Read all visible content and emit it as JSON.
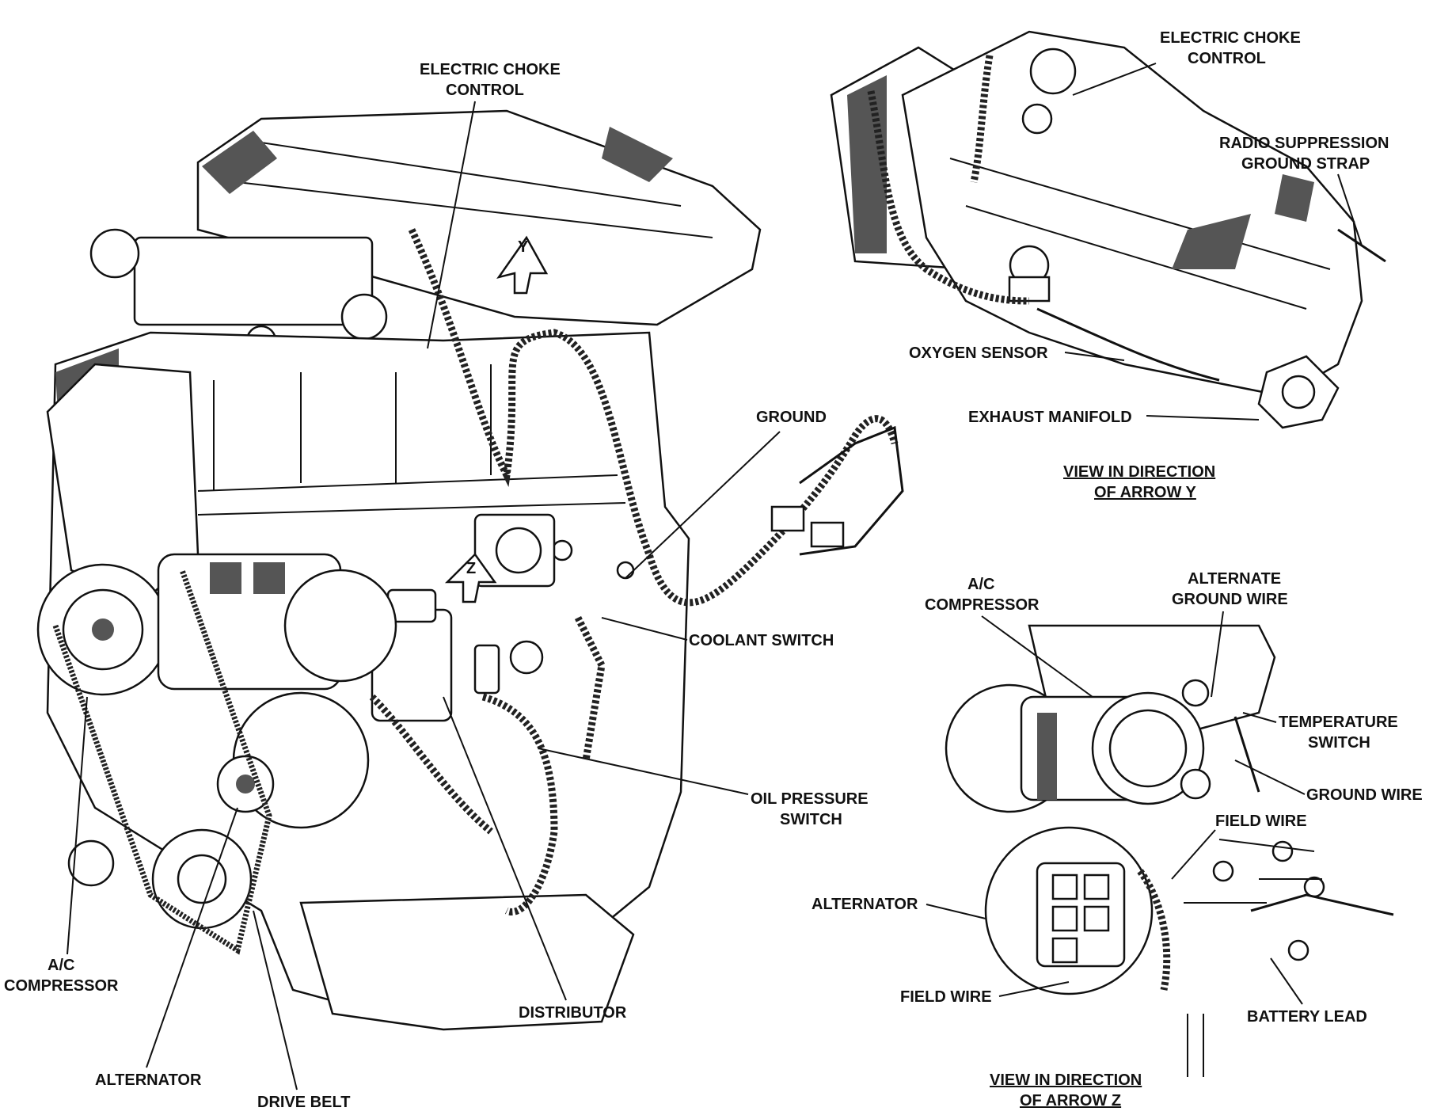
{
  "main": {
    "labels": {
      "electric_choke_control": [
        "ELECTRIC CHOKE",
        "CONTROL"
      ],
      "ground": "GROUND",
      "coolant_switch": "COOLANT SWITCH",
      "oil_pressure_switch": [
        "OIL PRESSURE",
        "SWITCH"
      ],
      "distributor": "DISTRIBUTOR",
      "ac_compressor": [
        "A/C",
        "COMPRESSOR"
      ],
      "alternator": "ALTERNATOR",
      "drive_belt": "DRIVE BELT",
      "arrow_y": "Y",
      "arrow_z": "Z"
    }
  },
  "view_y": {
    "caption": [
      "VIEW IN DIRECTION",
      "OF ARROW Y"
    ],
    "labels": {
      "electric_choke_control": [
        "ELECTRIC CHOKE",
        "CONTROL"
      ],
      "radio_suppression_ground_strap": [
        "RADIO SUPPRESSION",
        "GROUND STRAP"
      ],
      "oxygen_sensor": "OXYGEN SENSOR",
      "exhaust_manifold": "EXHAUST MANIFOLD"
    }
  },
  "view_z": {
    "caption": [
      "VIEW IN DIRECTION",
      "OF ARROW Z"
    ],
    "labels": {
      "ac_compressor": [
        "A/C",
        "COMPRESSOR"
      ],
      "alternate_ground_wire": [
        "ALTERNATE",
        "GROUND WIRE"
      ],
      "temperature_switch": [
        "TEMPERATURE",
        "SWITCH"
      ],
      "ground_wire": "GROUND WIRE",
      "field_wire_top": "FIELD WIRE",
      "alternator": "ALTERNATOR",
      "field_wire_bottom": "FIELD WIRE",
      "battery_lead": "BATTERY LEAD"
    }
  }
}
